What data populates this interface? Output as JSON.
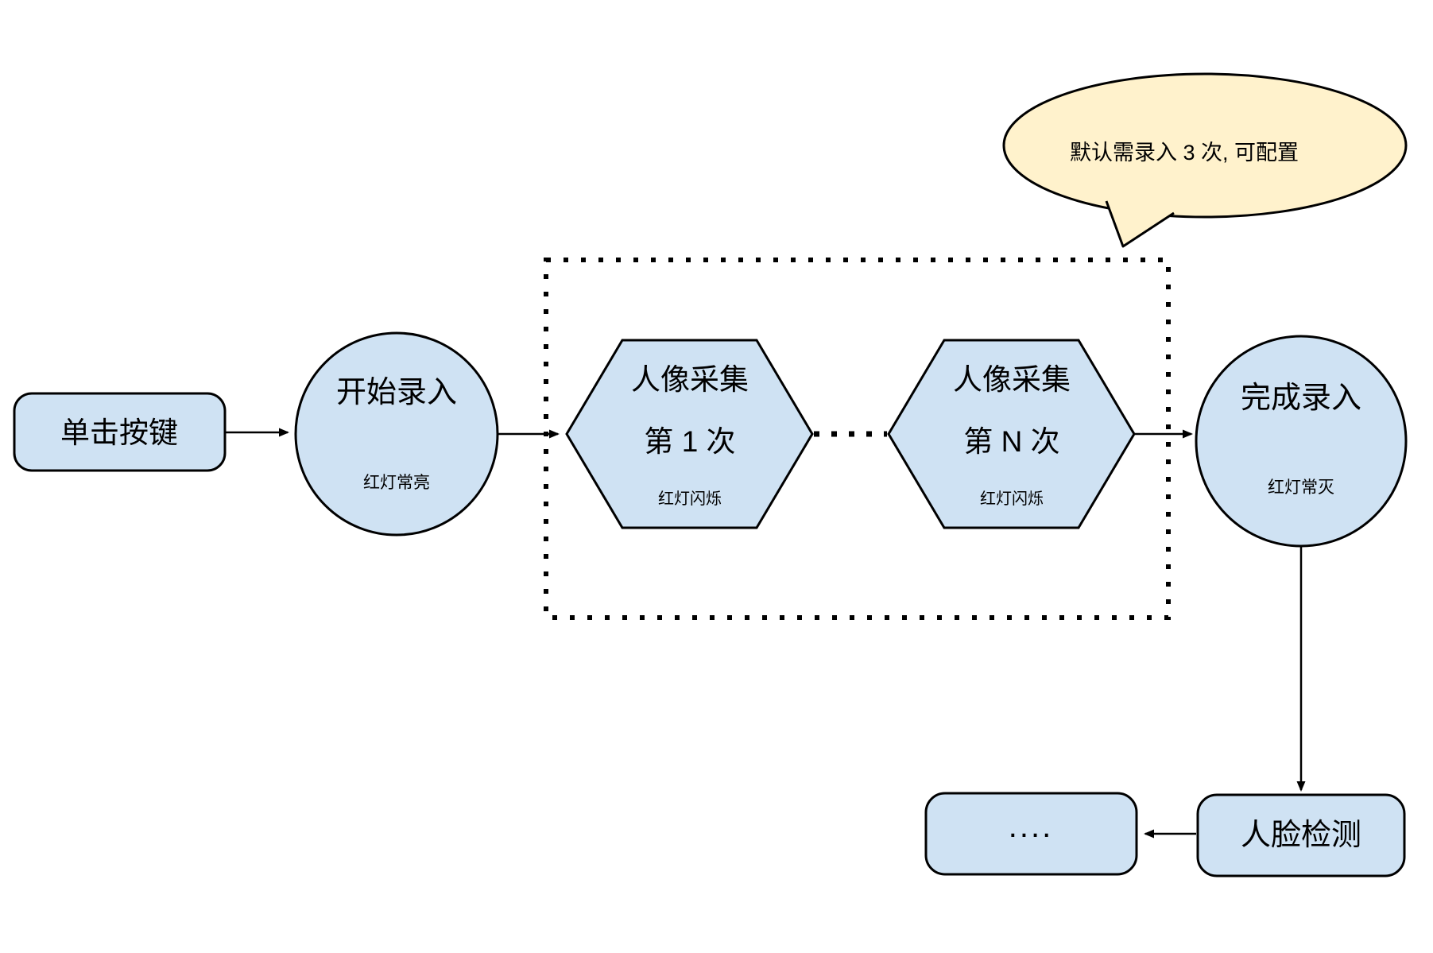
{
  "diagram": {
    "colors": {
      "node_fill": "#cfe2f3",
      "bubble_fill": "#fff2cc",
      "stroke": "#000000"
    },
    "nodes": {
      "click_button": {
        "label": "单击按键"
      },
      "start_entry": {
        "label": "开始录入",
        "sublabel": "红灯常亮"
      },
      "capture_first": {
        "label": "人像采集",
        "label2": "第 1 次",
        "sublabel": "红灯闪烁"
      },
      "capture_nth": {
        "label": "人像采集",
        "label2": "第 N 次",
        "sublabel": "红灯闪烁"
      },
      "finish_entry": {
        "label": "完成录入",
        "sublabel": "红灯常灭"
      },
      "face_detect": {
        "label": "人脸检测"
      },
      "ellipsis_box": {
        "label": "...."
      }
    },
    "callout": {
      "text": "默认需录入 3 次, 可配置"
    }
  }
}
